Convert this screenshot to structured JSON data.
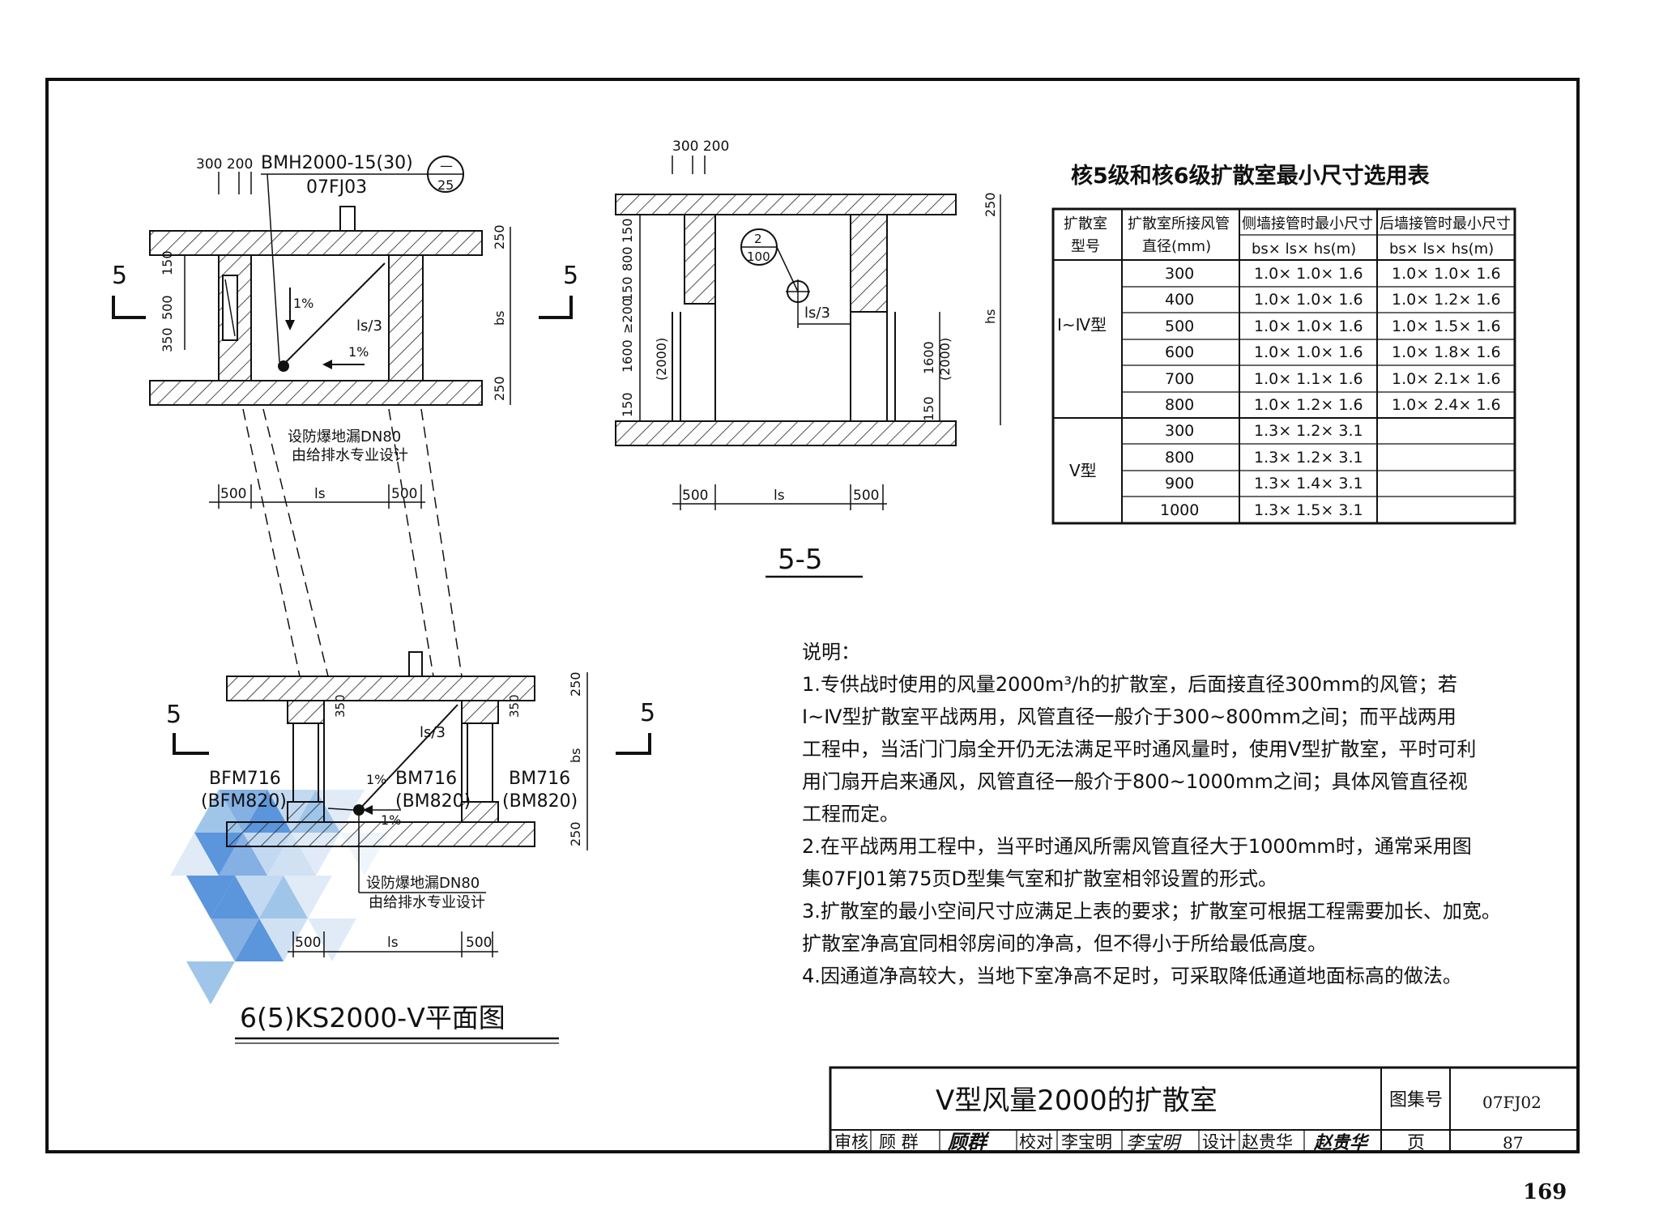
{
  "table": {
    "title": "核5级和核6级扩散室最小尺寸选用表",
    "headers": {
      "c1a": "扩散室",
      "c1b": "型号",
      "c2a": "扩散室所接风管",
      "c2b": "直径(mm)",
      "c3a": "侧墙接管时最小尺寸",
      "c3b": "bs× ls× hs(m)",
      "c4a": "后墙接管时最小尺寸",
      "c4b": "bs× ls× hs(m)"
    },
    "groups": [
      {
        "type": "Ⅰ~Ⅳ型",
        "rows": [
          {
            "d": "300",
            "side": "1.0× 1.0× 1.6",
            "back": "1.0× 1.0× 1.6"
          },
          {
            "d": "400",
            "side": "1.0× 1.0× 1.6",
            "back": "1.0× 1.2× 1.6"
          },
          {
            "d": "500",
            "side": "1.0× 1.0× 1.6",
            "back": "1.0× 1.5× 1.6"
          },
          {
            "d": "600",
            "side": "1.0× 1.0× 1.6",
            "back": "1.0× 1.8× 1.6"
          },
          {
            "d": "700",
            "side": "1.0× 1.1× 1.6",
            "back": "1.0× 2.1× 1.6"
          },
          {
            "d": "800",
            "side": "1.0× 1.2× 1.6",
            "back": "1.0× 2.4× 1.6"
          }
        ]
      },
      {
        "type": "Ⅴ型",
        "rows": [
          {
            "d": "300",
            "side": "1.3× 1.2× 3.1",
            "back": ""
          },
          {
            "d": "800",
            "side": "1.3× 1.2× 3.1",
            "back": ""
          },
          {
            "d": "900",
            "side": "1.3× 1.4× 3.1",
            "back": ""
          },
          {
            "d": "1000",
            "side": "1.3× 1.5× 3.1",
            "back": ""
          }
        ]
      }
    ]
  },
  "plan_top": {
    "ref_dims": "300 200",
    "ref_code": "BMH2000-15(30)",
    "ref_atlas": "07FJ03",
    "circle_top": "—",
    "circle_bottom": "25",
    "section_mark": "5",
    "slope": "1%",
    "ls3": "ls/3",
    "dim_right_top": "250",
    "dim_right_mid": "bs",
    "dim_right_bot": "250",
    "dim_left_a": "150",
    "dim_left_b": "500",
    "dim_left_c": "350",
    "drain_1": "设防爆地漏DN80",
    "drain_2": "由给排水专业设计",
    "bottom_dim_l": "500",
    "bottom_dim_m": "ls",
    "bottom_dim_r": "500"
  },
  "section": {
    "top_dims": "300 200",
    "dim_250": "250",
    "dim_150a": "150",
    "dim_800": "800",
    "dim_150b": "150",
    "dim_200": "≥200",
    "dim_1600": "1600",
    "dim_2000": "(2000)",
    "dim_150c": "150",
    "dim_hs": "hs",
    "dim_1600r": "1600",
    "dim_2000r": "(2000)",
    "dim_150r": "150",
    "circle_top": "2",
    "circle_bottom": "100",
    "ls3": "ls/3",
    "bottom_l": "500",
    "bottom_m": "ls",
    "bottom_r": "500",
    "title": "5-5"
  },
  "plan_bottom": {
    "section_mark": "5",
    "dim_350a": "350",
    "dim_350b": "350",
    "dim_250t": "250",
    "dim_bs": "bs",
    "dim_250b": "250",
    "ls3": "ls/3",
    "slope_a": "1%",
    "slope_b": "1%",
    "door_left_1": "BFM716",
    "door_left_2": "(BFM820)",
    "door_mid_1": "BM716",
    "door_mid_2": "(BM820)",
    "door_right_1": "BM716",
    "door_right_2": "(BM820)",
    "drain_1": "设防爆地漏DN80",
    "drain_2": "由给排水专业设计",
    "bottom_l": "500",
    "bottom_m": "ls",
    "bottom_r": "500",
    "title": "6(5)KS2000-Ⅴ平面图"
  },
  "notes": {
    "heading": "说明：",
    "lines": [
      "1.专供战时使用的风量2000m³/h的扩散室，后面接直径300mm的风管；若",
      "Ⅰ~Ⅳ型扩散室平战两用，风管直径一般介于300~800mm之间；而平战两用",
      "工程中，当活门门扇全开仍无法满足平时通风量时，使用Ⅴ型扩散室，平时可利",
      "用门扇开启来通风，风管直径一般介于800~1000mm之间；具体风管直径视",
      "工程而定。",
      "2.在平战两用工程中，当平时通风所需风管直径大于1000mm时，通常采用图",
      "集07FJ01第75页D型集气室和扩散室相邻设置的形式。",
      "3.扩散室的最小空间尺寸应满足上表的要求；扩散室可根据工程需要加长、加宽。",
      "扩散室净高宜同相邻房间的净高，但不得小于所给最低高度。",
      "4.因通道净高较大，当地下室净高不足时，可采取降低通道地面标高的做法。"
    ]
  },
  "title_block": {
    "title": "Ⅴ型风量2000的扩散室",
    "atlas_label": "图集号",
    "atlas_no": "07FJ02",
    "review_label": "审核",
    "review_name": "顾 群",
    "review_sig": "顾群",
    "check_label": "校对",
    "check_name": "李宝明",
    "check_sig": "李宝明",
    "design_label": "设计",
    "design_name": "赵贵华",
    "design_sig": "赵贵华",
    "page_label": "页",
    "page_no": "87"
  },
  "sheet_number": "169"
}
